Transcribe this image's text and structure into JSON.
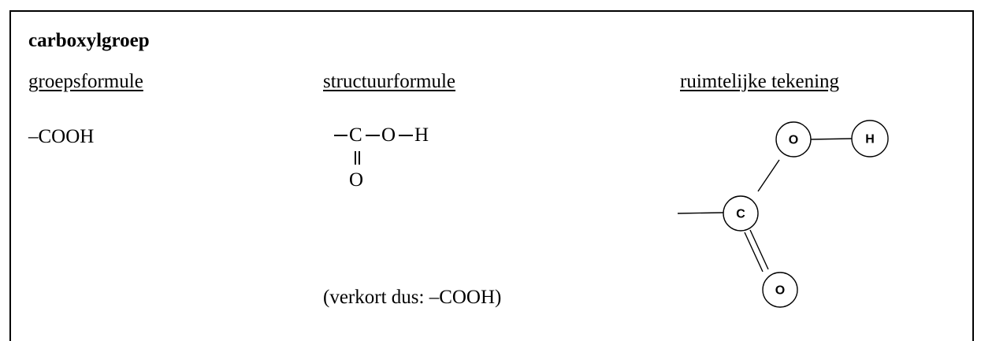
{
  "title": "carboxylgroep",
  "headings": {
    "groepsformule": "groepsformule",
    "structuurformule": "structuurformule",
    "ruimtelijke_tekening": "ruimtelijke tekening"
  },
  "groepsformule_value": "–COOH",
  "structuurformule": {
    "atoms": {
      "c": "C",
      "o_single": "O",
      "h": "H",
      "o_double": "O"
    },
    "note": "(verkort dus: –COOH)"
  },
  "ruimtelijke_tekening": {
    "atoms": {
      "o_top": "O",
      "h": "H",
      "c": "C",
      "o_bottom": "O"
    }
  }
}
